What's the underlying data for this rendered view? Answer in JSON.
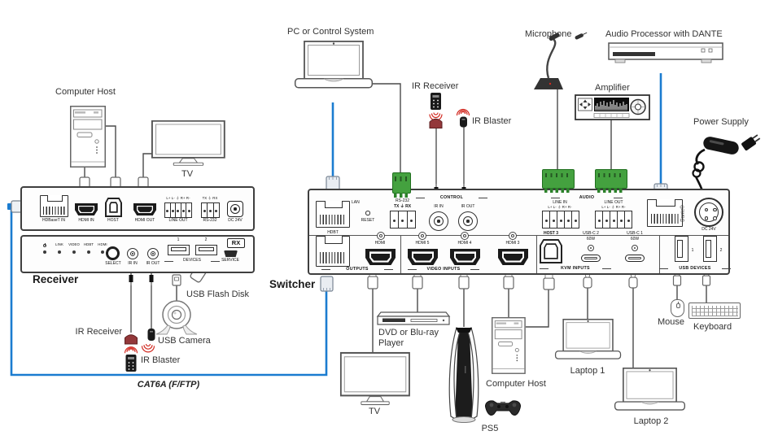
{
  "top": {
    "computer_host": "Computer Host",
    "tv": "TV",
    "pc_control": "PC or Control System",
    "ir_receiver": "IR Receiver",
    "ir_blaster": "IR Blaster",
    "microphone": "Microphone",
    "audio_processor": "Audio Processor with DANTE",
    "amplifier": "Amplifier",
    "power_supply": "Power Supply"
  },
  "receiver": {
    "title": "Receiver",
    "rear": {
      "hdbaset_in": "HDBaseT IN",
      "hdmi_in": "HDMI IN",
      "host": "HOST",
      "hdmi_out": "HDMI OUT",
      "line_out": "LINE OUT",
      "line_out_pins": "L+ L- ⏚ R+ R-",
      "rs232": "RS-232",
      "rs232_pins": "TX ⏚ RX",
      "dc": "DC 24V"
    },
    "front": {
      "led_link": "LINK",
      "led_video": "VIDEO",
      "led_hdbt": "HDBT",
      "led_hdmi": "HDMI",
      "select": "SELECT",
      "ir_in": "IR IN",
      "ir_out": "IR OUT",
      "dev1": "1",
      "dev2": "2",
      "devices": "DEVICES",
      "service": "SERVICE",
      "rx": "RX"
    }
  },
  "switcher": {
    "title": "Switcher",
    "top": {
      "lan": "LAN",
      "reset": "RESET",
      "rs232": "RS-232",
      "rs232_pins": "TX ⏚ RX",
      "control": "CONTROL",
      "ir_in": "IR IN",
      "ir_out": "IR OUT",
      "audio": "AUDIO",
      "line_in": "LINE IN",
      "line_in_pins": "L+ L- ⏚ R+ R-",
      "line_out": "LINE OUT",
      "line_out_pins": "L+ L- ⏚ R+ R-",
      "dante": "Dante®",
      "dc": "DC 24V"
    },
    "bottom": {
      "hdbt": "HDBT",
      "outputs": "OUTPUTS",
      "hdmi_out": "HDMI",
      "hdmi5": "HDMI 5",
      "hdmi4": "HDMI 4",
      "hdmi3": "HDMI 3",
      "video_inputs": "VIDEO INPUTS",
      "host3": "HOST 3",
      "usbc2": "USB-C 2",
      "usbc2_w": "60W",
      "usbc1": "USB-C 1",
      "usbc1_w": "60W",
      "kvm_inputs": "KVM INPUTS",
      "usb1": "1",
      "usb2": "2",
      "usb_devices": "USB DEVICES"
    }
  },
  "bottom": {
    "ir_receiver": "IR Receiver",
    "ir_blaster": "IR Blaster",
    "usb_camera": "USB Camera",
    "usb_flash_disk": "USB Flash Disk",
    "cat6a": "CAT6A (F/FTP)",
    "tv": "TV",
    "dvd1": "DVD or Blu-ray",
    "dvd2": "Player",
    "ps5": "PS5",
    "computer_host": "Computer Host",
    "laptop1": "Laptop 1",
    "laptop2": "Laptop 2",
    "mouse": "Mouse",
    "keyboard": "Keyboard"
  },
  "colors": {
    "cable_blue": "#1b7cd0",
    "plug_green": "#44a13f",
    "ir_red": "#c0392b",
    "panel_line": "#3f3f3f"
  }
}
